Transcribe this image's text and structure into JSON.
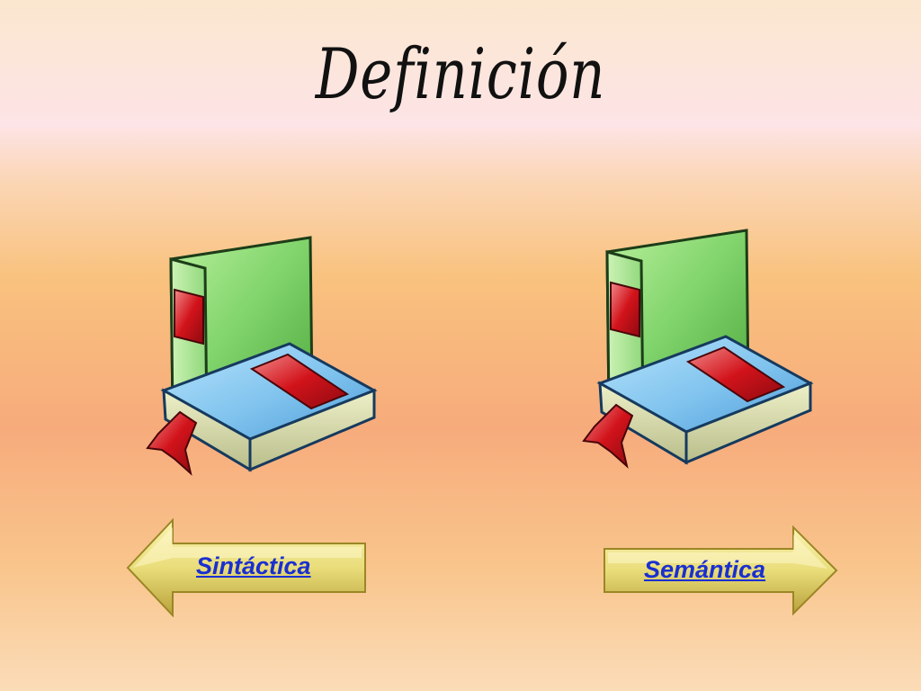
{
  "slide": {
    "title": "Definición",
    "left_link": {
      "label": "Sintáctica",
      "icon": "books-icon"
    },
    "right_link": {
      "label": "Semántica",
      "icon": "books-icon"
    }
  },
  "colors": {
    "link_text": "#1a2fd1",
    "book_green": "#7fd36a",
    "book_blue": "#7fc3ee",
    "book_red": "#d2131b",
    "arrow_gold": "#e9dd7a"
  }
}
